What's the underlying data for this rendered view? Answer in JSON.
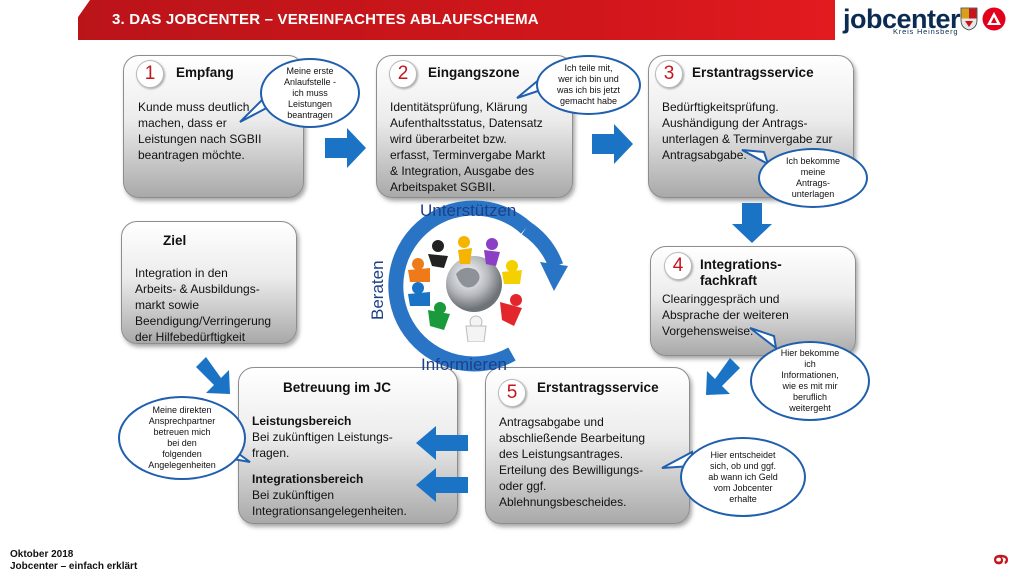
{
  "header": {
    "title": "3. DAS JOBCENTER – VEREINFACHTES ABLAUFSCHEMA",
    "logo_text": "jobcenter",
    "logo_sub": "Kreis Heinsberg"
  },
  "colors": {
    "brand_red": "#c4161c",
    "bubble_blue": "#1f5fae",
    "arrow_blue": "#1a73c4"
  },
  "boxes": {
    "empfang": {
      "number": "1",
      "title": "Empfang",
      "lines": [
        "Kunde muss deutlich",
        "machen, dass er",
        "Leistungen nach SGBII",
        "beantragen möchte."
      ]
    },
    "eingangszone": {
      "number": "2",
      "title": "Eingangszone",
      "lines": [
        "Identitätsprüfung, Klärung",
        "Aufenthaltsstatus, Datensatz",
        "wird überarbeitet bzw.",
        "erfasst, Terminvergabe Markt",
        "& Integration, Ausgabe des",
        "Arbeitspaket SGBII."
      ]
    },
    "erstantrag1": {
      "number": "3",
      "title": "Erstantragsservice",
      "lines": [
        "Bedürftigkeitsprüfung.",
        "Aushändigung der Antrags-",
        "unterlagen & Terminvergabe zur",
        "Antragsabgabe."
      ]
    },
    "integration": {
      "number": "4",
      "title_lines": [
        "Integrations-",
        "fachkraft"
      ],
      "lines": [
        "Clearinggespräch und",
        "Absprache der weiteren",
        "Vorgehensweise."
      ]
    },
    "erstantrag2": {
      "number": "5",
      "title": "Erstantragsservice",
      "lines": [
        "Antragsabgabe und",
        "abschließende Bearbeitung",
        "des Leistungsantrages.",
        "Erteilung des Bewilligungs-",
        "oder ggf.",
        "Ablehnungsbescheides."
      ]
    },
    "betreuung": {
      "title": "Betreuung im JC",
      "sec1_title": "Leistungsbereich",
      "sec1_lines": [
        "Bei zukünftigen Leistungs-",
        "fragen."
      ],
      "sec2_title": "Integrationsbereich",
      "sec2_lines": [
        "Bei zukünftigen",
        "Integrationsangelegenheiten."
      ]
    },
    "ziel": {
      "title": "Ziel",
      "lines": [
        "Integration in den",
        "Arbeits- & Ausbildungs-",
        "markt sowie",
        "Beendigung/Verringerung",
        "der Hilfebedürftigkeit"
      ]
    }
  },
  "bubbles": {
    "b1": [
      "Meine erste",
      "Anlaufstelle -",
      "ich muss",
      "Leistungen",
      "beantragen"
    ],
    "b2": [
      "Ich teile mit,",
      "wer ich bin und",
      "was ich bis jetzt",
      "gemacht habe"
    ],
    "b3": [
      "Ich bekomme",
      "meine",
      "Antrags-",
      "unterlagen"
    ],
    "b4": [
      "Hier bekomme",
      "ich",
      "Informationen,",
      "wie es mit mir",
      "beruflich",
      "weitergeht"
    ],
    "b5": [
      "Hier entscheidet",
      "sich, ob und ggf.",
      "ab wann ich Geld",
      "vom Jobcenter",
      "erhalte"
    ],
    "b6": [
      "Meine direkten",
      "Ansprechpartner",
      "betreuen mich",
      "bei den",
      "folgenden",
      "Angelegenheiten"
    ]
  },
  "cycle": {
    "top": "Unterstützen",
    "left": "Beraten",
    "bottom": "Informieren"
  },
  "footer": {
    "date": "Oktober 2018",
    "subtitle": "Jobcenter – einfach erklärt",
    "page": "6"
  }
}
